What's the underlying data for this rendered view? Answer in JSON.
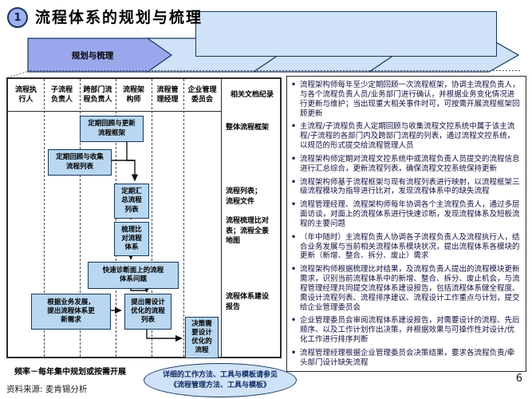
{
  "slide": {
    "badge": "1",
    "title": "流程体系的规划与梳理",
    "page_number": "6",
    "source": "资料来源:  麦肯锡分析"
  },
  "phase_bar": {
    "active_label": "规划与梳理"
  },
  "colors": {
    "accent_medium_blue": "#9BA7EC",
    "accent_light_blue": "#CFE2F7",
    "flow_box_fill": "#B9D7F0",
    "border_navy": "#17365D"
  },
  "swimlanes": {
    "headers": [
      "流程执\n行人",
      "子流程\n负责人",
      "跨部门流\n程负责人",
      "流程架\n构师",
      "流程管\n理经理",
      "企业管理\n委员会",
      "相关文档纪录"
    ]
  },
  "flowchart": {
    "boxes": [
      {
        "label": "定期回顾与更新\n流程框架"
      },
      {
        "label": "定期回顾与收集\n流程列表"
      },
      {
        "label": "定期汇\n总流程\n列表"
      },
      {
        "label": "梳理比\n对流程\n体系"
      },
      {
        "label": "快速诊断面上的流程\n体系问题"
      },
      {
        "label": "根据业务发展，\n提出流程体系更\n新需求"
      },
      {
        "label": "提出需设计\n优化的流程\n列表"
      },
      {
        "label": "决策需\n要设计\n优化的\n流程"
      }
    ]
  },
  "documents_column": {
    "items": [
      "整体流程框架",
      "流程列表；\n流程文件",
      "流程梳理比对\n表；流程全景\n地图",
      "流程体系建设\n报告"
    ]
  },
  "notes_panel": {
    "bullet_char": "•",
    "bullets": [
      "流程架构师每年至少定期回顾一次流程框架，协调主流程负责人，与各个流程负责人员/业务部门进行确认，并根据业务变化情况进行更新与维护；当出现重大相关事件时可，可按需开展流程框架回顾更新",
      "主流程/子流程负责人定期回顾与收集流程文控系统中属于该主流程/子流程的各部门内及跨部门流程的列表，通过流程文控系统，以规范的形式提交给流程管理人员",
      "流程架构师定期对流程文控系统中或流程负责人员提交的流程信息进行汇总综合，更新流程列表，确保流程文控系统保持更新",
      "流程架构师基于流程框架与现有流程列表进行映射，以流程框架三级流程模块为指导进行比对，发现流程体系中的缺失流程",
      "流程管理经理、流程架构师每年协调各个主流程负责人，通过多层面访谈，对面上的流程体系进行快速诊断，发现流程体系及短板流程的主要问题",
      "（年中随时）主流程负责人协调各子流程负责人及流程执行人，结合业务发展与当前相关流程体系模块状况，提出流程体系各模块的更新（新增、整合、拆分、废止）需求",
      "流程架构师根据梳理比对结果，及流程负责人提出的流程模块更新需求，识别当前流程体系中的新增、整合、拆分、废止机会，与流程管理经理共同提交流程体系建设报告，包括流程体系健全程度、需设计流程列表、流程排序建议、流程设计工作重点与计划，提交给企业管理委员会",
      "企业管理委员会审阅流程体系建设报告，对需要设计的流程、先后顺序、以及工作计划作出决策，并根据效果与可操作性对设计/优化工作进行排序判断",
      "流程管理经理根据企业管理委员会决策结果，要求各流程负责/牵头部门设计缺失流程"
    ]
  },
  "footer": {
    "frequency": "频率－每年集中规划或按需开展",
    "callout_line1": "详细的工作方法、工具与模板请参见",
    "callout_line2": "《流程管理方法、工具与模板》"
  }
}
